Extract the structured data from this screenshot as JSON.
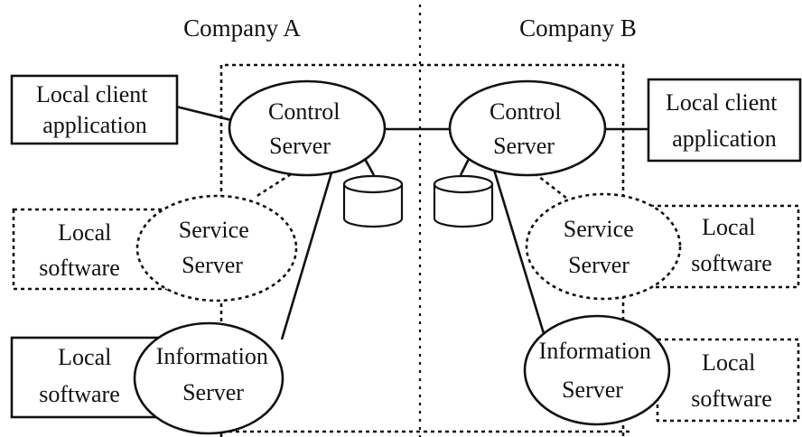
{
  "companies": {
    "a": "Company A",
    "b": "Company B"
  },
  "company_a": {
    "local_client_app": [
      "Local client",
      "application"
    ],
    "control_server": [
      "Control",
      "Server"
    ],
    "service_server": [
      "Service",
      "Server"
    ],
    "information_server": [
      "Information",
      "Server"
    ],
    "local_software_service": [
      "Local",
      "software"
    ],
    "local_software_info": [
      "Local",
      "software"
    ]
  },
  "company_b": {
    "local_client_app": [
      "Local client",
      "application"
    ],
    "control_server": [
      "Control",
      "Server"
    ],
    "service_server": [
      "Service",
      "Server"
    ],
    "information_server": [
      "Information",
      "Server"
    ],
    "local_software_service": [
      "Local",
      "software"
    ],
    "local_software_info": [
      "Local",
      "software"
    ]
  }
}
